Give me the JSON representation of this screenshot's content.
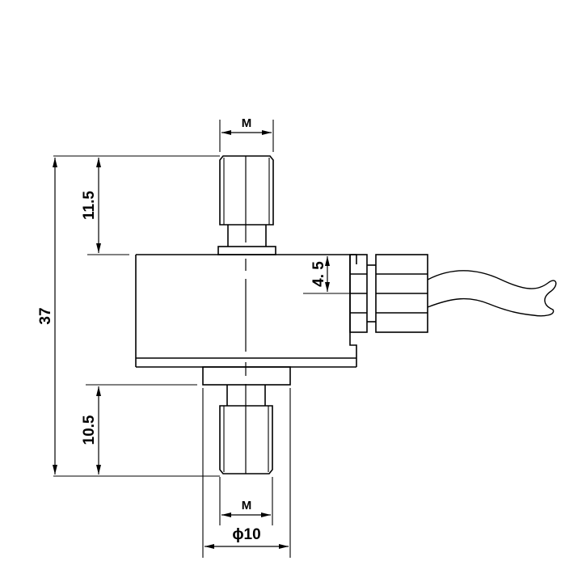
{
  "diagram": {
    "type": "mechanical-dimension-drawing",
    "subject": "miniature tension/compression load cell with threaded studs and cable",
    "line_color": "#000000",
    "background": "#ffffff"
  },
  "dimensions": {
    "top_thread_label": "M",
    "bottom_thread_label": "M",
    "top_stud_length": "11.5",
    "bottom_stud_length": "10.5",
    "overall_height": "37",
    "connector_offset": "4. 5",
    "body_diameter": "ϕ10"
  }
}
